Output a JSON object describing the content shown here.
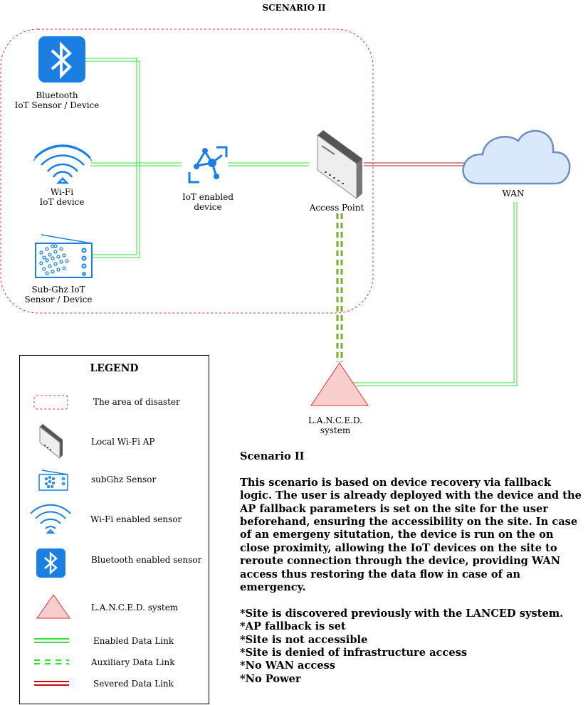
{
  "title": "SCENARIO II",
  "nodes": {
    "bluetooth": {
      "line1": "Bluetooth",
      "line2": "IoT Sensor / Device",
      "icon": "bluetooth-icon"
    },
    "wifi": {
      "line1": "Wi-Fi",
      "line2": "IoT device",
      "icon": "wifi-icon"
    },
    "subghz": {
      "line1": "Sub-Ghz IoT",
      "line2": "Sensor / Device",
      "icon": "radio-sensor-icon"
    },
    "iot": {
      "line1": "IoT enabled",
      "line2": "device",
      "icon": "iot-hub-icon"
    },
    "ap": {
      "line1": "Access Point",
      "icon": "access-point-icon"
    },
    "wan": {
      "line1": "WAN",
      "icon": "cloud-icon"
    },
    "lanced": {
      "line1": "L.A.N.C.E.D.",
      "line2": "system",
      "icon": "triangle-icon"
    }
  },
  "legend": {
    "title": "LEGEND",
    "items": [
      {
        "label": "The area of disaster"
      },
      {
        "label": "Local Wi-Fi AP"
      },
      {
        "label": "subGhz Sensor"
      },
      {
        "label": "Wi-Fi enabled sensor"
      },
      {
        "label": "Bluetooth enabled sensor"
      },
      {
        "label": "L.A.N.C.E.D. system"
      },
      {
        "label": "Enabled Data Link"
      },
      {
        "label": "Auxiliary Data Link"
      },
      {
        "label": "Severed Data Link"
      }
    ]
  },
  "description": {
    "heading": "Scenario II",
    "body": "This scenario is based on device recovery via fallback logic. The user is already deployed with the device and the AP fallback parameters is set on the site for the user beforehand, ensuring the accessibility on the site. In case of an emergeny situtation, the device is run on the on close proximity, allowing the IoT devices on the site to reroute connection through the device, providing WAN access thus restoring the data flow in case of an emergency.",
    "notes": [
      "*Site is discovered previously with the LANCED system.",
      "*AP fallback is set",
      "*Site is not accessible",
      "*Site is denied of infrastructure access",
      "*No WAN access",
      "*No Power"
    ]
  },
  "colors": {
    "enabled_link": "#33dd33",
    "auxiliary_link": "#77aa33",
    "severed_link": "#b22222",
    "disaster_area": "#d9363e",
    "icon_blue": "#1a7fe0",
    "cloud_fill": "#dae8fc",
    "cloud_stroke": "#6c8ebf",
    "lanced_fill": "#f8cecc",
    "lanced_stroke": "#d9363e"
  }
}
